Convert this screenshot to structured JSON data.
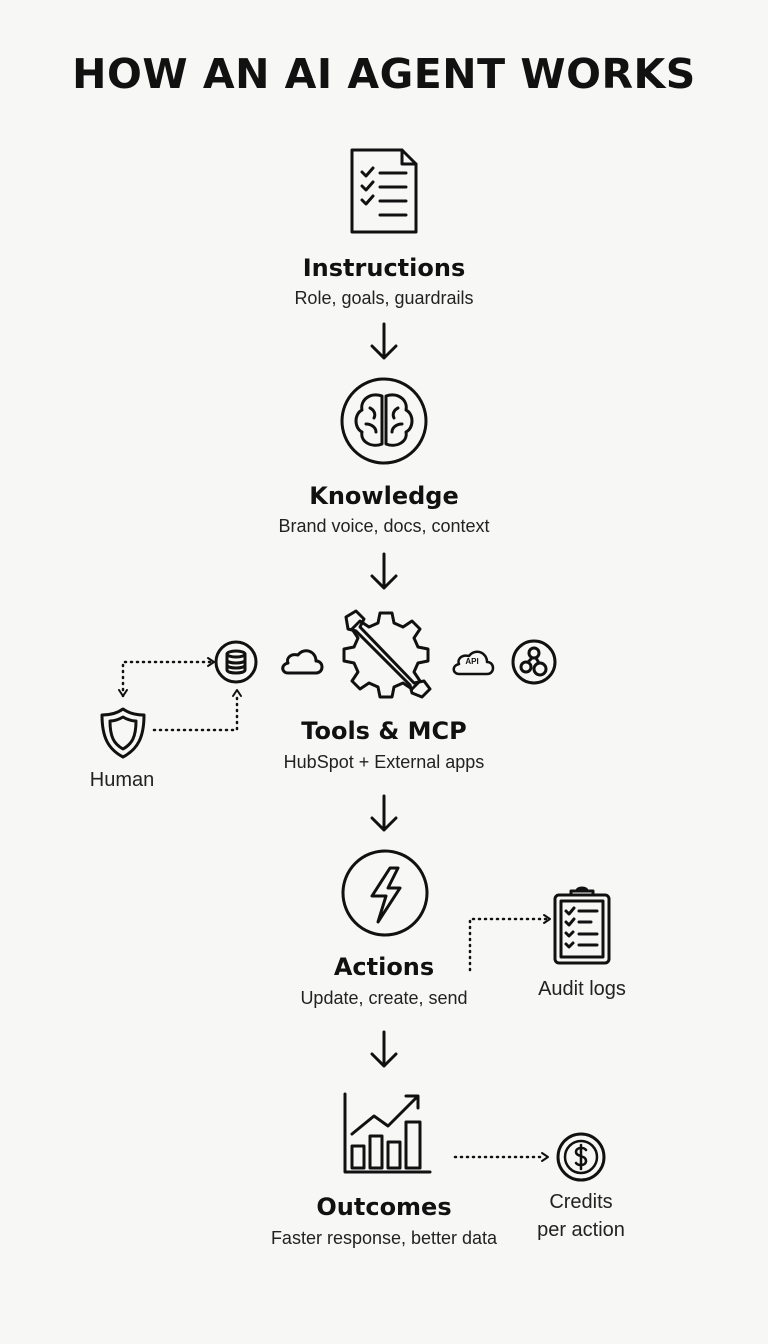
{
  "title": "HOW AN AI AGENT WORKS",
  "steps": [
    {
      "icon": "document-checklist-icon",
      "title": "Instructions",
      "subtitle": "Role, goals, guardrails"
    },
    {
      "icon": "brain-icon",
      "title": "Knowledge",
      "subtitle": "Brand voice, docs, context"
    },
    {
      "icon": "gear-wrench-icon",
      "title": "Tools & MCP",
      "subtitle": "HubSpot + External apps"
    },
    {
      "icon": "lightning-bolt-icon",
      "title": "Actions",
      "subtitle": "Update, create, send"
    },
    {
      "icon": "growth-chart-icon",
      "title": "Outcomes",
      "subtitle": "Faster response, better data"
    }
  ],
  "side_nodes": {
    "human": {
      "icon": "shield-icon",
      "label": "Human"
    },
    "audit": {
      "icon": "clipboard-icon",
      "label": "Audit logs"
    },
    "credits": {
      "icon": "dollar-coin-icon",
      "label_line1": "Credits",
      "label_line2": "per action"
    },
    "api_label": "API"
  }
}
